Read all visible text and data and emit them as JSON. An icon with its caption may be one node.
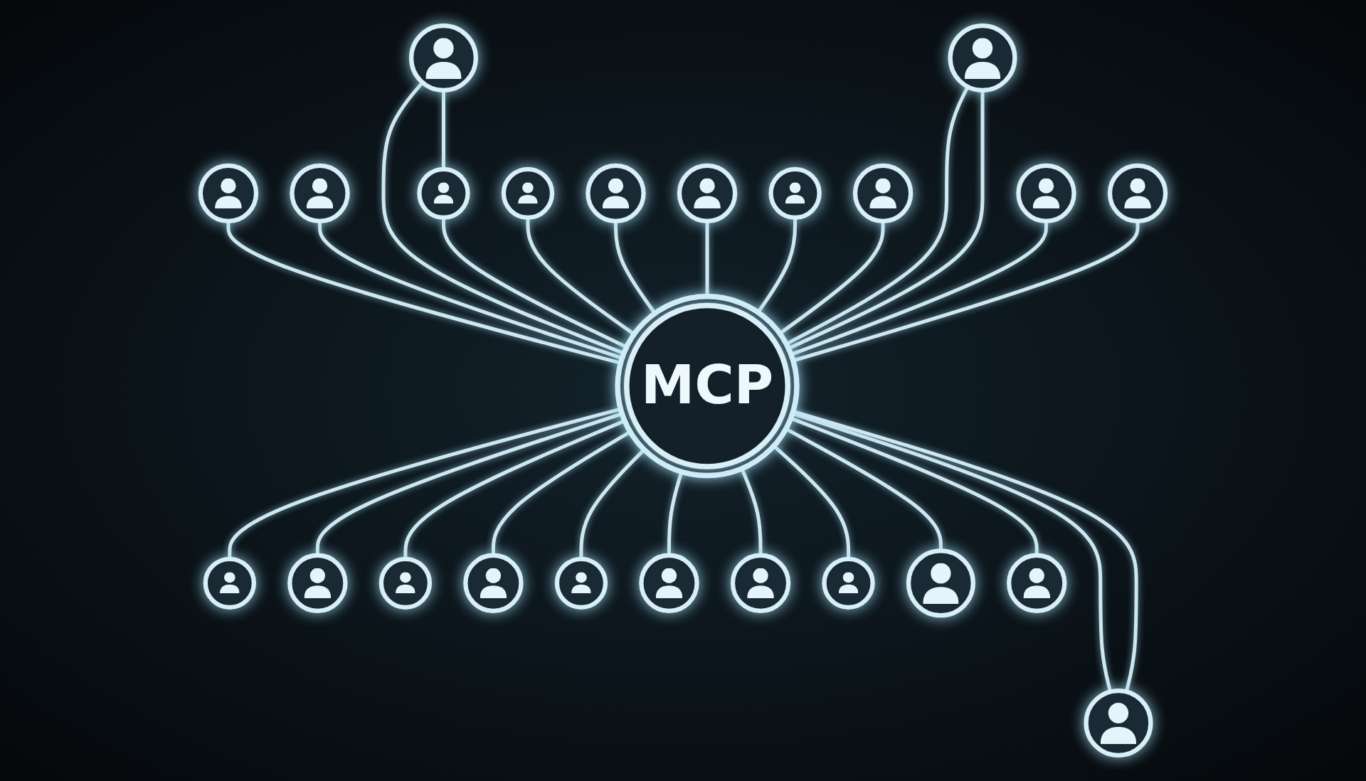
{
  "diagram": {
    "nodes": [
      {
        "text": [
          "MCP"
        ]
      },
      {
        "text": [],
        "shape": "person"
      },
      {
        "text": [],
        "shape": "person"
      },
      {
        "text": [],
        "shape": "person"
      },
      {
        "text": [],
        "shape": "person"
      },
      {
        "text": [],
        "shape": "person"
      },
      {
        "text": [],
        "shape": "person"
      },
      {
        "text": [],
        "shape": "person"
      },
      {
        "text": [],
        "shape": "person"
      },
      {
        "text": [],
        "shape": "person"
      },
      {
        "text": [],
        "shape": "person"
      },
      {
        "text": [],
        "shape": "person"
      },
      {
        "text": [],
        "shape": "person"
      },
      {
        "text": [],
        "shape": "person"
      },
      {
        "text": [],
        "shape": "person"
      },
      {
        "text": [],
        "shape": "person"
      },
      {
        "text": [],
        "shape": "person"
      },
      {
        "text": [],
        "shape": "person"
      },
      {
        "text": [],
        "shape": "person"
      },
      {
        "text": [],
        "shape": "person"
      },
      {
        "text": [],
        "shape": "person"
      },
      {
        "text": [],
        "shape": "person"
      },
      {
        "text": [],
        "shape": "person"
      },
      {
        "text": [],
        "shape": "person"
      }
    ],
    "edges": [
      {
        "from": 1,
        "to": 0,
        "arrow": "none"
      },
      {
        "from": 2,
        "to": 0,
        "arrow": "none"
      },
      {
        "from": 3,
        "to": 0,
        "arrow": "none"
      },
      {
        "from": 3,
        "to": 4,
        "arrow": "none"
      },
      {
        "from": 4,
        "to": 0,
        "arrow": "none"
      },
      {
        "from": 5,
        "to": 0,
        "arrow": "none"
      },
      {
        "from": 6,
        "to": 0,
        "arrow": "none"
      },
      {
        "from": 7,
        "to": 0,
        "arrow": "none"
      },
      {
        "from": 8,
        "to": 0,
        "arrow": "none"
      },
      {
        "from": 9,
        "to": 0,
        "arrow": "none"
      },
      {
        "from": 10,
        "to": 0,
        "arrow": "none"
      },
      {
        "from": 10,
        "to": 0,
        "arrow": "none"
      },
      {
        "from": 11,
        "to": 0,
        "arrow": "none"
      },
      {
        "from": 12,
        "to": 0,
        "arrow": "none"
      },
      {
        "from": 0,
        "to": 13,
        "arrow": "none"
      },
      {
        "from": 0,
        "to": 14,
        "arrow": "none"
      },
      {
        "from": 0,
        "to": 15,
        "arrow": "none"
      },
      {
        "from": 0,
        "to": 15,
        "arrow": "none"
      },
      {
        "from": 0,
        "to": 16,
        "arrow": "none"
      },
      {
        "from": 0,
        "to": 17,
        "arrow": "none"
      },
      {
        "from": 0,
        "to": 18,
        "arrow": "none"
      },
      {
        "from": 0,
        "to": 19,
        "arrow": "none"
      },
      {
        "from": 0,
        "to": 20,
        "arrow": "none"
      },
      {
        "from": 0,
        "to": 21,
        "arrow": "none"
      },
      {
        "from": 0,
        "to": 22,
        "arrow": "none"
      },
      {
        "from": 0,
        "to": 23,
        "arrow": "none"
      }
    ]
  }
}
